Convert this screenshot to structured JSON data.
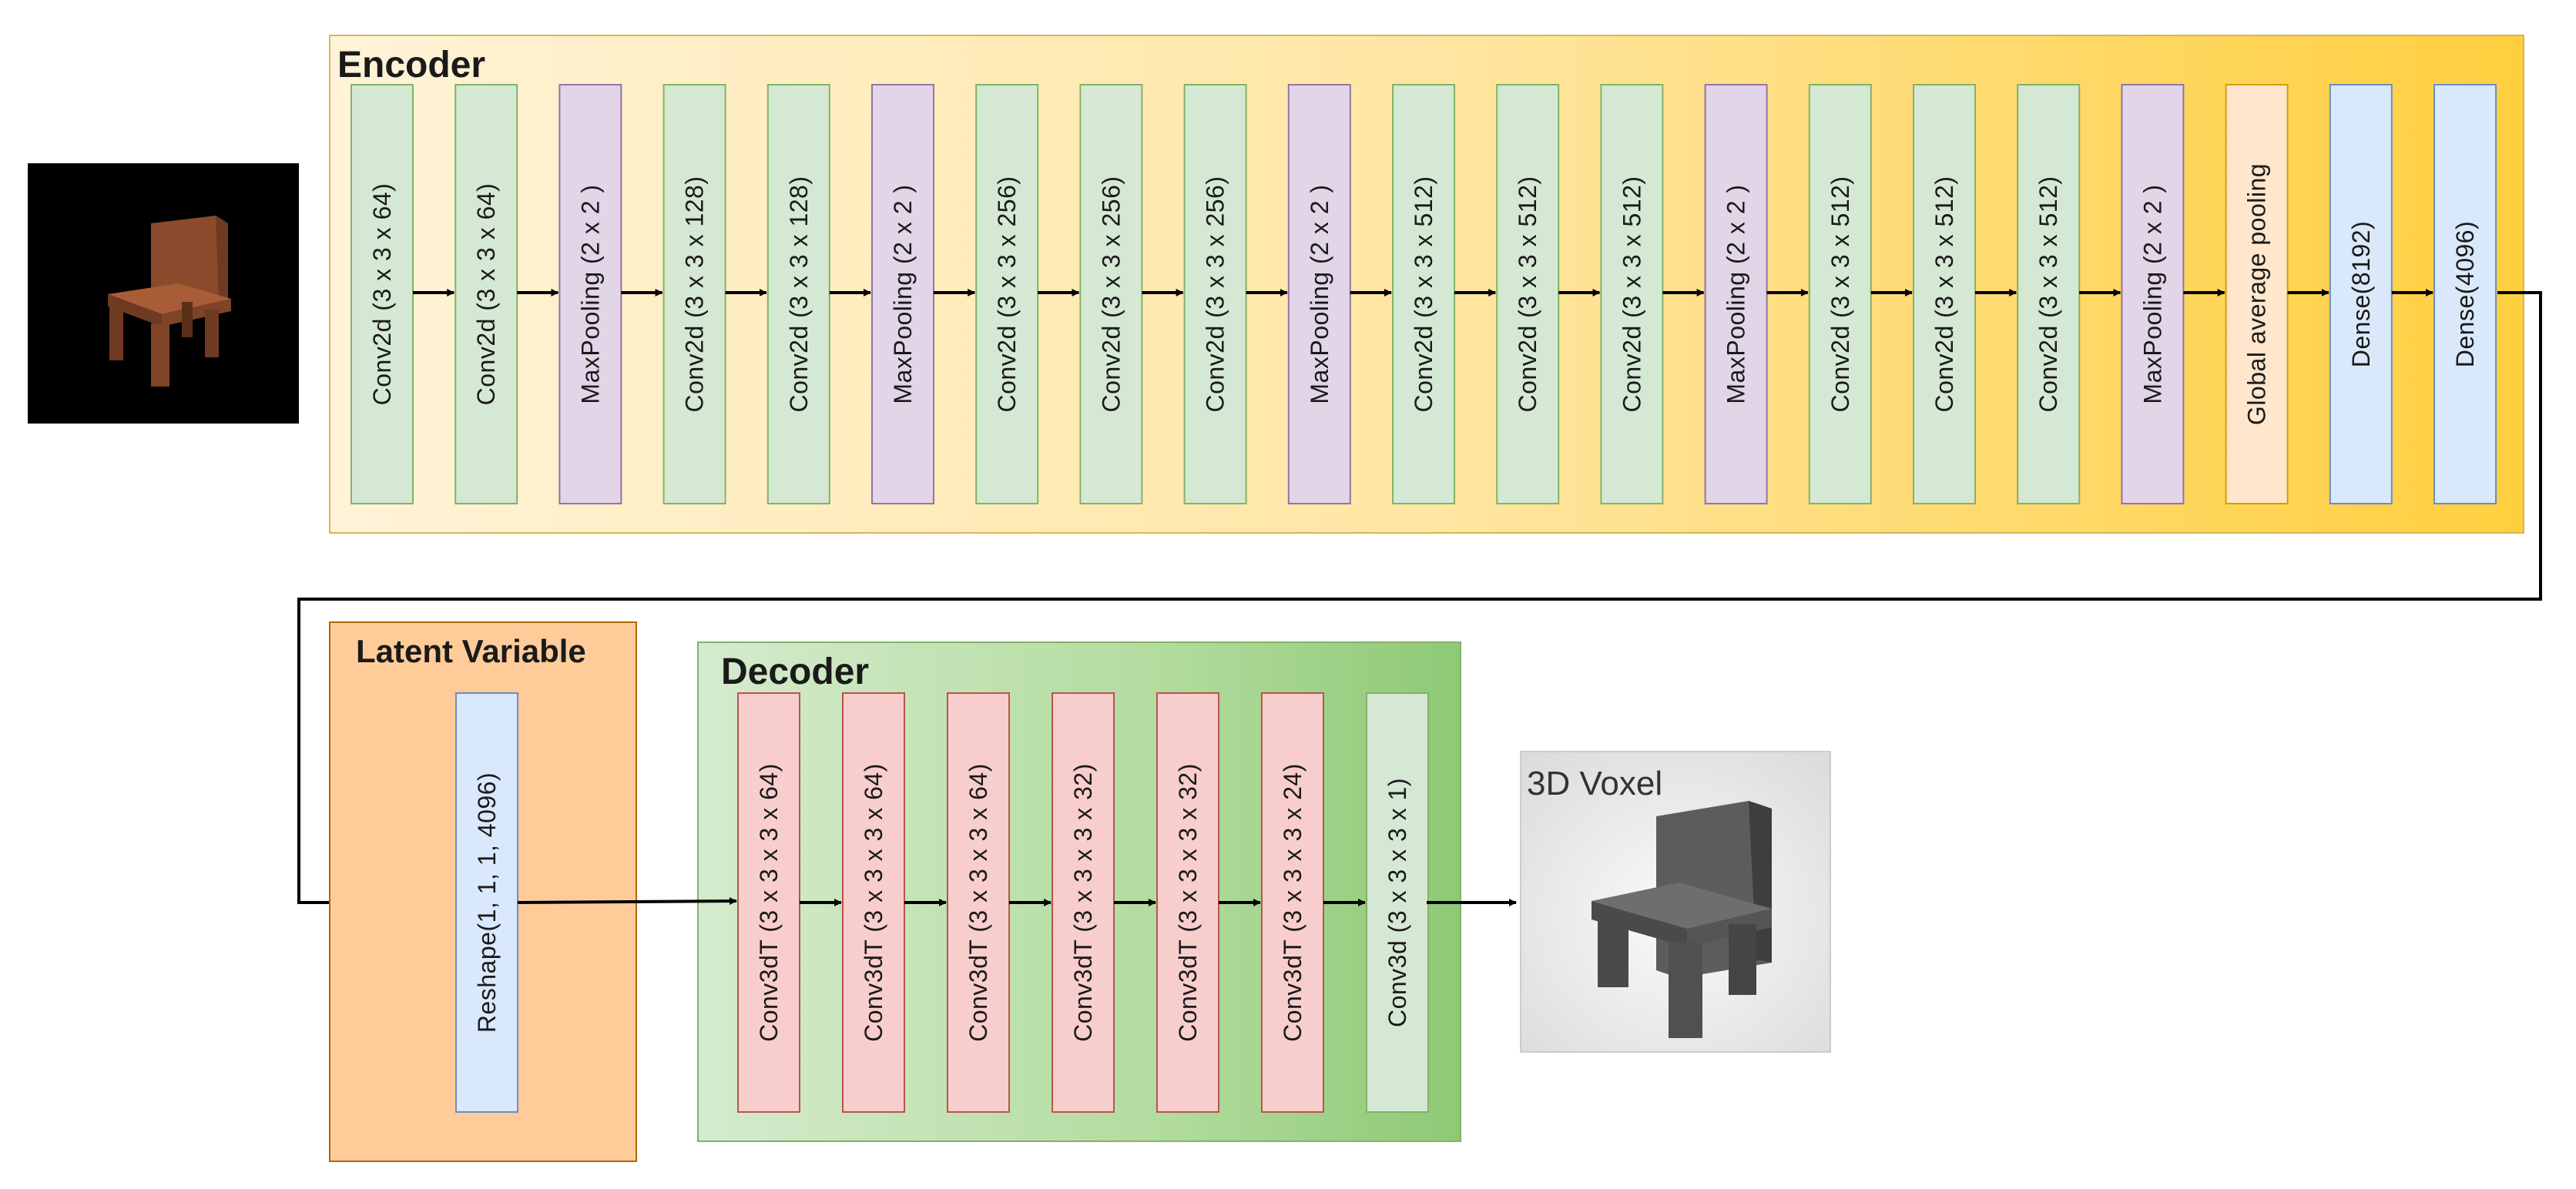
{
  "encoder": {
    "title": "Encoder",
    "layers": [
      {
        "label": "Conv2d  (3 x 3 x 64)",
        "kind": "conv"
      },
      {
        "label": "Conv2d  (3 x 3 x 64)",
        "kind": "conv"
      },
      {
        "label": "MaxPooling  (2 x 2 )",
        "kind": "pool"
      },
      {
        "label": "Conv2d  (3 x 3 x 128)",
        "kind": "conv"
      },
      {
        "label": "Conv2d  (3 x 3 x 128)",
        "kind": "conv"
      },
      {
        "label": "MaxPooling  (2 x 2 )",
        "kind": "pool"
      },
      {
        "label": "Conv2d  (3 x 3 x 256)",
        "kind": "conv"
      },
      {
        "label": "Conv2d  (3 x 3 x 256)",
        "kind": "conv"
      },
      {
        "label": "Conv2d  (3 x 3 x 256)",
        "kind": "conv"
      },
      {
        "label": "MaxPooling  (2 x 2 )",
        "kind": "pool"
      },
      {
        "label": "Conv2d  (3 x 3 x 512)",
        "kind": "conv"
      },
      {
        "label": "Conv2d  (3 x 3 x 512)",
        "kind": "conv"
      },
      {
        "label": "Conv2d  (3 x 3 x 512)",
        "kind": "conv"
      },
      {
        "label": "MaxPooling  (2 x 2 )",
        "kind": "pool"
      },
      {
        "label": "Conv2d  (3 x 3 x 512)",
        "kind": "conv"
      },
      {
        "label": "Conv2d  (3 x 3 x 512)",
        "kind": "conv"
      },
      {
        "label": "Conv2d  (3 x 3 x 512)",
        "kind": "conv"
      },
      {
        "label": "MaxPooling  (2 x 2 )",
        "kind": "pool"
      },
      {
        "label": "Global average pooling",
        "kind": "gap"
      },
      {
        "label": "Dense(8192)",
        "kind": "dense"
      },
      {
        "label": "Dense(4096)",
        "kind": "dense"
      }
    ]
  },
  "latent": {
    "title": "Latent Variable",
    "layer": {
      "label": "Reshape(1, 1, 1, 4096)",
      "kind": "dense"
    }
  },
  "decoder": {
    "title": "Decoder",
    "layers": [
      {
        "label": "Conv3dT (3 x 3 x 3 x 64)",
        "kind": "convT"
      },
      {
        "label": "Conv3dT (3 x 3 x 3 x 64)",
        "kind": "convT"
      },
      {
        "label": "Conv3dT (3 x 3 x 3 x 64)",
        "kind": "convT"
      },
      {
        "label": "Conv3dT (3 x 3 x 3 x 32)",
        "kind": "convT"
      },
      {
        "label": "Conv3dT (3 x 3 x 3 x 32)",
        "kind": "convT"
      },
      {
        "label": "Conv3dT (3 x 3 x 3 x 24)",
        "kind": "convT"
      },
      {
        "label": "Conv3d (3 x 3 x 3 x 1)",
        "kind": "conv"
      }
    ]
  },
  "output": {
    "title": "3D Voxel"
  },
  "colors": {
    "conv_fill": "#d5e8d4",
    "conv_stroke": "#82b366",
    "pool_fill": "#e1d5e7",
    "pool_stroke": "#9673a6",
    "gap_fill": "#ffe6cc",
    "gap_stroke": "#d79b00",
    "dense_fill": "#dae8fc",
    "dense_stroke": "#6c8ebf",
    "convT_fill": "#f8cecc",
    "convT_stroke": "#b85450",
    "chair_wood": "#8b4a2b",
    "voxel_gray": "#5a5a5a"
  }
}
